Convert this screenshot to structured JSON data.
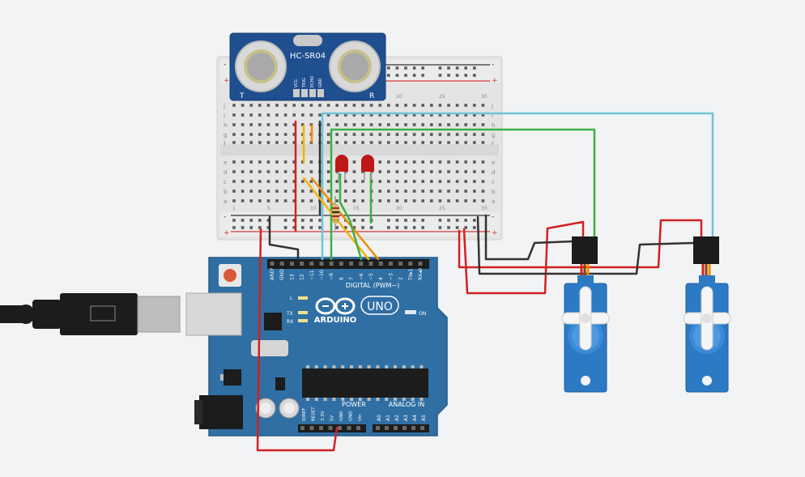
{
  "colors": {
    "background": "#f1f3f5",
    "breadboard": "#e6e6e6",
    "rail_red": "#d43a3a",
    "arduino": "#2f6fa3",
    "sensor": "#1f4f8f",
    "servo": "#2c79c4",
    "wire_red": "#d32020",
    "wire_black": "#333333",
    "wire_green": "#3cb043",
    "wire_yellow": "#f2b400",
    "wire_orange": "#f08c00",
    "wire_cyan": "#6fc3d8",
    "led": "#c01818"
  },
  "sensor": {
    "name": "HC-SR04",
    "pins": [
      "VCC",
      "TRIG",
      "ECHO",
      "GND"
    ],
    "left_mark": "T",
    "right_mark": "R"
  },
  "breadboard": {
    "row_letters_top": [
      "j",
      "i",
      "h",
      "g",
      "f"
    ],
    "row_letters_bottom": [
      "e",
      "d",
      "c",
      "b",
      "a"
    ],
    "column_numbers": [
      "1",
      "5",
      "10",
      "15",
      "20",
      "25",
      "30"
    ],
    "plus": "+",
    "minus": "-"
  },
  "arduino": {
    "brand": "ARDUINO",
    "model": "UNO",
    "digital_label": "DIGITAL (PWM~)",
    "power_label": "POWER",
    "analog_label": "ANALOG IN",
    "digital_pins": [
      "AREF",
      "GND",
      "13",
      "12",
      "~11",
      "~10",
      "~9",
      "8",
      "7",
      "~6",
      "~5",
      "4",
      "~3",
      "2",
      "TX▸1",
      "RX◂0"
    ],
    "power_pins": [
      "IOREF",
      "RESET",
      "3.3V",
      "5V",
      "GND",
      "GND",
      "Vin"
    ],
    "analog_pins": [
      "A0",
      "A1",
      "A2",
      "A3",
      "A4",
      "A5"
    ],
    "led_l": "L",
    "led_tx": "TX",
    "led_rx": "RX",
    "on_label": "ON"
  },
  "servos": [
    {
      "id": "servo-1"
    },
    {
      "id": "servo-2"
    }
  ]
}
